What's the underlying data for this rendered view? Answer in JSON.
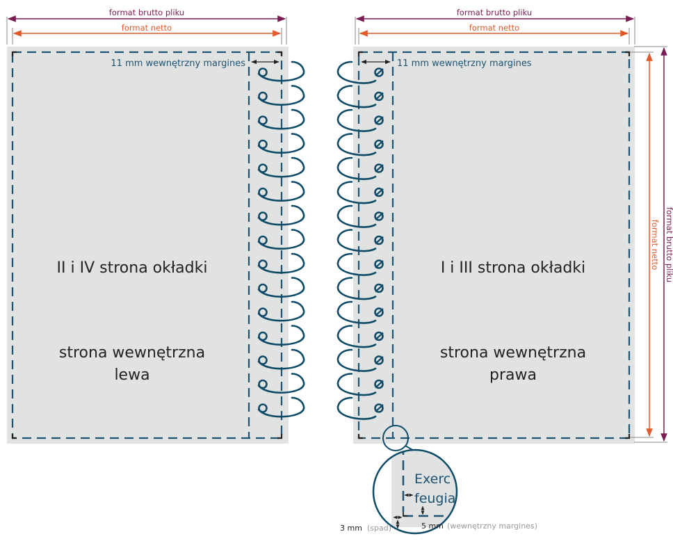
{
  "colors": {
    "brutto": "#7a1d55",
    "netto": "#e05a2b",
    "page": "#e1e2e2",
    "dash": "#1c5272",
    "spiral": "#0d4a68",
    "corner": "#222222"
  },
  "left_page": {
    "brutto_label": "format brutto pliku",
    "netto_label": "format netto",
    "margin_label": "11 mm wewnętrzny margines",
    "title": "II i IV strona okładki",
    "subtitle_line1": "strona wewnętrzna",
    "subtitle_line2": "lewa"
  },
  "right_page": {
    "brutto_label": "format brutto pliku",
    "netto_label": "format netto",
    "margin_label": "11 mm wewnętrzny margines",
    "title": "I i III strona okładki",
    "subtitle_line1": "strona wewnętrzna",
    "subtitle_line2": "prawa"
  },
  "vertical_labels": {
    "brutto": "format brutto pliku",
    "netto": "format netto"
  },
  "zoom_detail": {
    "text_line1": "Exerc",
    "text_line2": "feugia",
    "bleed_value": "3 mm",
    "bleed_note": "(spad)",
    "margin_value": "5 mm",
    "margin_note": "(wewnętrzny margines)"
  }
}
